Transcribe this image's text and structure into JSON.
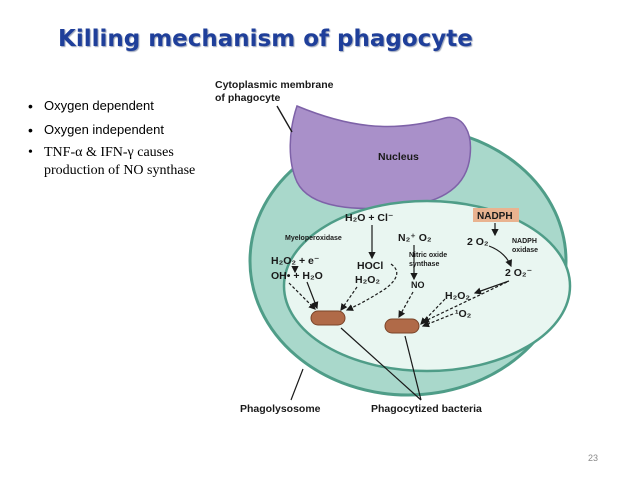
{
  "title": "Killing mechanism of phagocyte",
  "bullets": [
    "Oxygen dependent",
    "Oxygen independent",
    "TNF-α & IFN-γ causes production of NO synthase"
  ],
  "diagram": {
    "labels": {
      "membrane_line1": "Cytoplasmic membrane",
      "membrane_line2": "of phagocyte",
      "nucleus": "Nucleus",
      "h2o_cl": "H₂O + Cl⁻",
      "myeloperoxidase": "Myeloperoxidase",
      "n2_o2": "N₂⁺ O₂",
      "nitric_oxide_synthase_1": "Nitric oxide",
      "nitric_oxide_synthase_2": "synthase",
      "nadph": "NADPH",
      "two_o2": "2 O₂",
      "nadph_oxidase_1": "NADPH",
      "nadph_oxidase_2": "oxidase",
      "h2o2_e": "H₂O₂ + e⁻",
      "oh_h2o": "OH• + H₂O",
      "hocl": "HOCl",
      "h2o2_mid": "H₂O₂",
      "no": "NO",
      "two_o2_minus": "2 O₂⁻",
      "h2o2_right": "H₂O₂",
      "singlet_o2": "¹O₂",
      "phagolysosome": "Phagolysosome",
      "phagocytized_bacteria": "Phagocytized bacteria"
    },
    "colors": {
      "cell_fill": "#a9d8cb",
      "cell_stroke": "#4f9d88",
      "vacuole_fill": "#e9f6f1",
      "nucleus_fill": "#a990c9",
      "nucleus_stroke": "#7e62a8",
      "bacteria_fill": "#b06a48",
      "nadph_box": "#e9b390"
    }
  },
  "page_number": "23"
}
